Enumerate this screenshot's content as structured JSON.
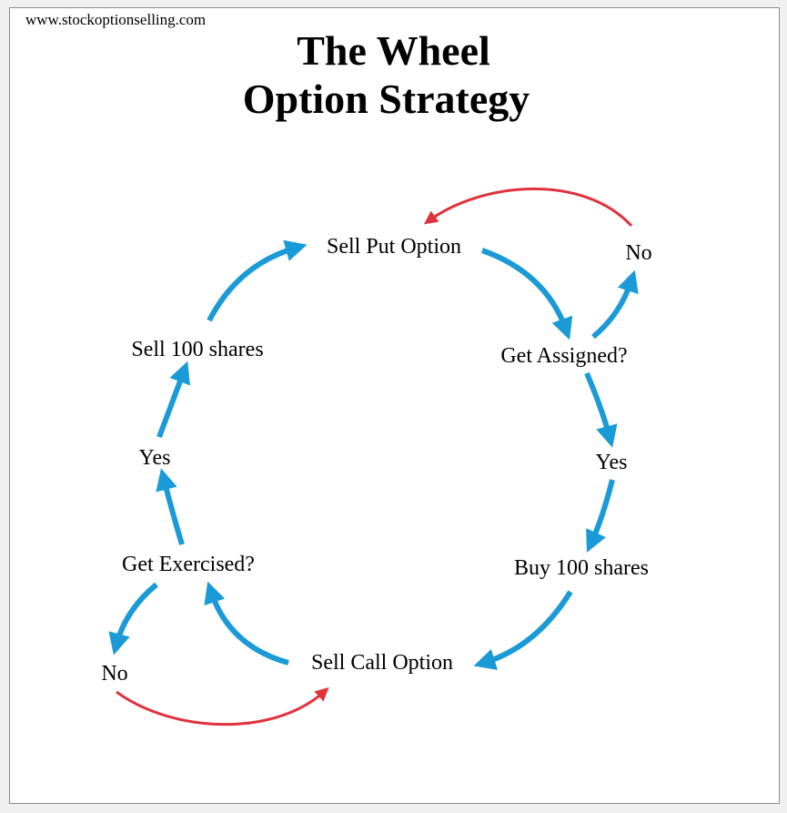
{
  "header": {
    "url": "www.stockoptionselling.com",
    "title_line1": "The Wheel",
    "title_line2": "Option Strategy"
  },
  "nodes": {
    "sell_put": "Sell Put Option",
    "get_assigned": "Get Assigned?",
    "no_assigned": "No",
    "yes_assigned": "Yes",
    "buy_shares": "Buy 100 shares",
    "sell_call": "Sell Call Option",
    "get_exercised": "Get Exercised?",
    "no_exercised": "No",
    "yes_exercised": "Yes",
    "sell_shares": "Sell 100 shares"
  },
  "colors": {
    "flow_arrow": "#1a9ad6",
    "return_arrow": "#e0323c"
  }
}
